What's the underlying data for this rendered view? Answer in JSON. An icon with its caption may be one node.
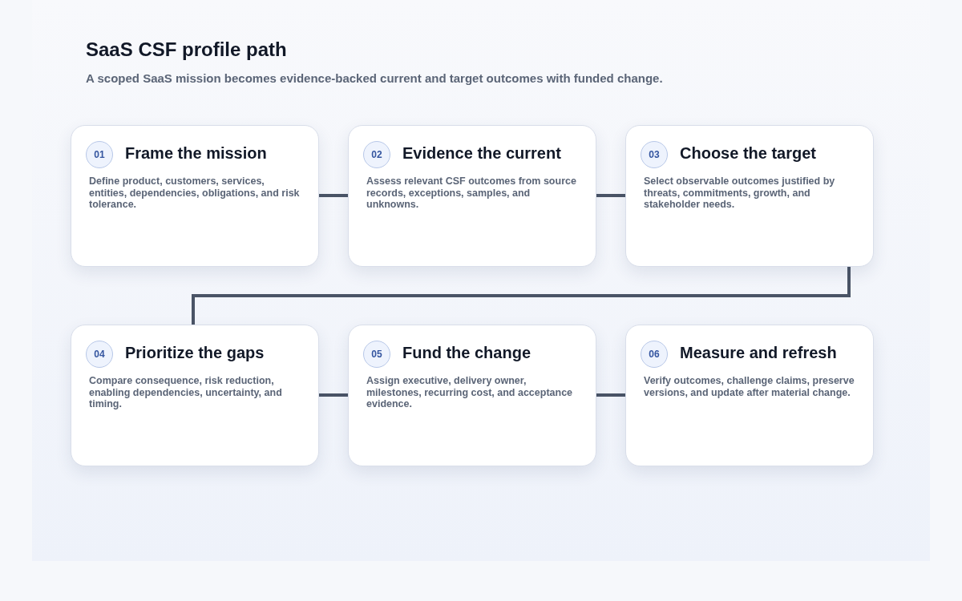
{
  "diagram": {
    "title": "SaaS CSF profile path",
    "caption": "A scoped SaaS mission becomes evidence-backed current and target outcomes with funded change.",
    "nodes": [
      {
        "text": [
          "01",
          "Frame the mission",
          "Define product, customers, services, entities, dependencies, obligations, and risk tolerance."
        ]
      },
      {
        "text": [
          "02",
          "Evidence the current",
          "Assess relevant CSF outcomes from source records, exceptions, samples, and unknowns."
        ]
      },
      {
        "text": [
          "03",
          "Choose the target",
          "Select observable outcomes justified by threats, commitments, growth, and stakeholder needs."
        ]
      },
      {
        "text": [
          "04",
          "Prioritize the gaps",
          "Compare consequence, risk reduction, enabling dependencies, uncertainty, and timing."
        ]
      },
      {
        "text": [
          "05",
          "Fund the change",
          "Assign executive, delivery owner, milestones, recurring cost, and acceptance evidence."
        ]
      },
      {
        "text": [
          "06",
          "Measure and refresh",
          "Verify outcomes, challenge claims, preserve versions, and update after material change."
        ]
      }
    ],
    "edges": [
      {
        "from": 0,
        "to": 1,
        "arrow": "none"
      },
      {
        "from": 1,
        "to": 2,
        "arrow": "none"
      },
      {
        "from": 2,
        "to": 3,
        "arrow": "none"
      },
      {
        "from": 3,
        "to": 4,
        "arrow": "none"
      },
      {
        "from": 4,
        "to": 5,
        "arrow": "none"
      }
    ]
  }
}
